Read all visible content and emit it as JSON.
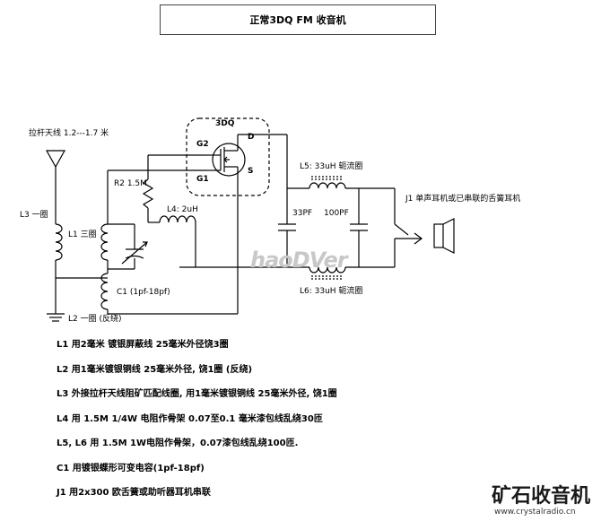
{
  "title": "正常3DQ FM 收音机",
  "labels": {
    "antenna": "拉杆天线 1.2---1.7 米",
    "l3": "L3 一圈",
    "l1": "L1 三圈",
    "r2": "R2 1.5M",
    "l4": "L4: 2uH",
    "c1": "C1 (1pf-18pf)",
    "l2": "L2 一圈 (反绕)",
    "fet": "3DQ",
    "g2": "G2",
    "g1": "G1",
    "d": "D",
    "s": "S",
    "l5": "L5: 33uH 轭流圈",
    "c33": "33PF",
    "c100": "100PF",
    "l6": "L6: 33uH 轭流圈",
    "j1": "J1 单声耳机或已串联的舌簧耳机"
  },
  "notes": [
    "L1 用2毫米 镀银屏蔽线 25毫米外径饶3圈",
    "L2 用1毫米镀银铜线 25毫米外径, 饶1圈 (反绕)",
    "L3 外接拉杆天线阻矿匹配线圈, 用1毫米镀银铜线 25毫米外径, 饶1圈",
    "L4 用 1.5M 1/4W 电阻作骨架 0.07至0.1 毫米漆包线乱绕30匝",
    "L5, L6 用 1.5M 1W电阻作骨架，0.07漆包线乱绕100匝.",
    "C1 用镀银蝶形可变电容(1pf-18pf)",
    "J1 用2x300 欧舌簧或助听器耳机串联"
  ],
  "watermark": "haoDVer",
  "brand": "矿石收音机",
  "url": "www.crystalradio.cn"
}
